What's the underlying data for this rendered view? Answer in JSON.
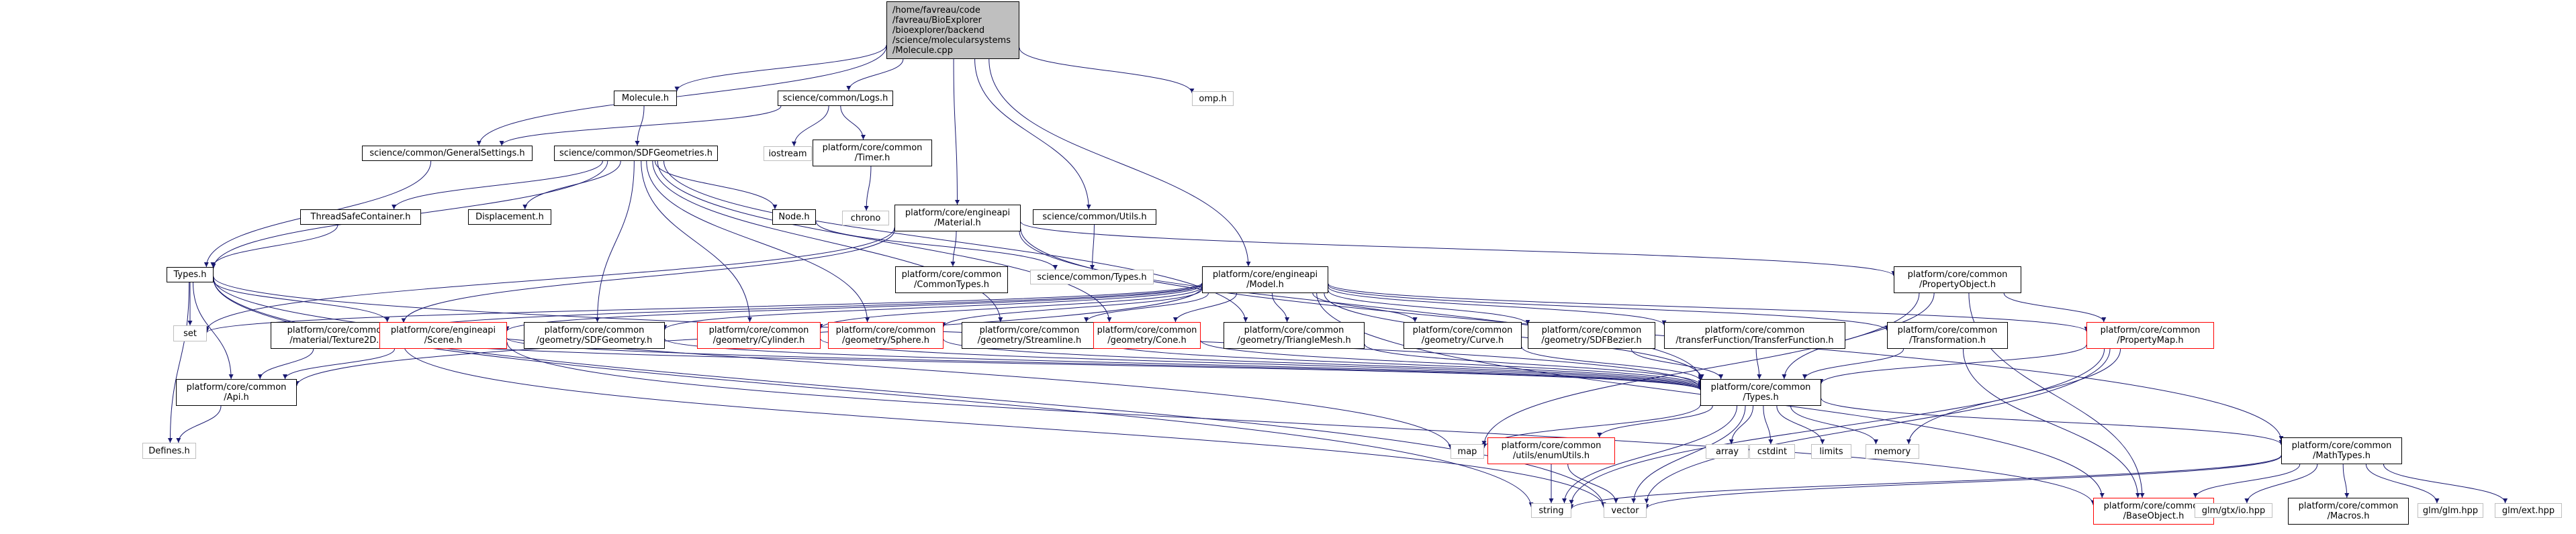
{
  "colors": {
    "edge": "#191970",
    "box_border": "#000000",
    "plain_border": "#bfbfbf",
    "red_border": "#ff0000",
    "root_fill": "#bfbfbf"
  },
  "nodes": [
    {
      "id": "root",
      "label": "/home/favreau/code\n/favreau/BioExplorer\n/bioexplorer/backend\n/science/molecularsystems\n/Molecule.cpp",
      "style": "root"
    },
    {
      "id": "molecule_h",
      "label": "Molecule.h",
      "style": "box"
    },
    {
      "id": "logs_h",
      "label": "science/common/Logs.h",
      "style": "box"
    },
    {
      "id": "omp_h",
      "label": "omp.h",
      "style": "plain"
    },
    {
      "id": "generalsettings_h",
      "label": "science/common/GeneralSettings.h",
      "style": "box"
    },
    {
      "id": "iostream",
      "label": "iostream",
      "style": "plain"
    },
    {
      "id": "timer_h",
      "label": "platform/core/common\n/Timer.h",
      "style": "box"
    },
    {
      "id": "sdfgeometries_h",
      "label": "science/common/SDFGeometries.h",
      "style": "box"
    },
    {
      "id": "chrono",
      "label": "chrono",
      "style": "plain"
    },
    {
      "id": "threadsafecontainer_h",
      "label": "ThreadSafeContainer.h",
      "style": "box"
    },
    {
      "id": "displacement_h",
      "label": "Displacement.h",
      "style": "box"
    },
    {
      "id": "node_h",
      "label": "Node.h",
      "style": "box"
    },
    {
      "id": "material_h",
      "label": "platform/core/engineapi\n/Material.h",
      "style": "box"
    },
    {
      "id": "utils_h",
      "label": "science/common/Utils.h",
      "style": "box"
    },
    {
      "id": "types_h",
      "label": "Types.h",
      "style": "box"
    },
    {
      "id": "commontypes_h",
      "label": "platform/core/common\n/CommonTypes.h",
      "style": "box"
    },
    {
      "id": "science_types_h",
      "label": "science/common/Types.h",
      "style": "plain"
    },
    {
      "id": "model_h",
      "label": "platform/core/engineapi\n/Model.h",
      "style": "box"
    },
    {
      "id": "propertyobject_h",
      "label": "platform/core/common\n/PropertyObject.h",
      "style": "box"
    },
    {
      "id": "set",
      "label": "set",
      "style": "plain"
    },
    {
      "id": "texture2d_h",
      "label": "platform/core/common\n/material/Texture2D.h",
      "style": "box"
    },
    {
      "id": "scene_h",
      "label": "platform/core/engineapi\n/Scene.h",
      "style": "red"
    },
    {
      "id": "sdfgeometry_h",
      "label": "platform/core/common\n/geometry/SDFGeometry.h",
      "style": "box"
    },
    {
      "id": "cylinder_h",
      "label": "platform/core/common\n/geometry/Cylinder.h",
      "style": "red"
    },
    {
      "id": "sphere_h",
      "label": "platform/core/common\n/geometry/Sphere.h",
      "style": "red"
    },
    {
      "id": "streamline_h",
      "label": "platform/core/common\n/geometry/Streamline.h",
      "style": "box"
    },
    {
      "id": "cone_h",
      "label": "platform/core/common\n/geometry/Cone.h",
      "style": "red"
    },
    {
      "id": "trianglemesh_h",
      "label": "platform/core/common\n/geometry/TriangleMesh.h",
      "style": "box"
    },
    {
      "id": "curve_h",
      "label": "platform/core/common\n/geometry/Curve.h",
      "style": "box"
    },
    {
      "id": "sdfbezier_h",
      "label": "platform/core/common\n/geometry/SDFBezier.h",
      "style": "box"
    },
    {
      "id": "transferfunction_h",
      "label": "platform/core/common\n/transferFunction/TransferFunction.h",
      "style": "box"
    },
    {
      "id": "transformation_h",
      "label": "platform/core/common\n/Transformation.h",
      "style": "box"
    },
    {
      "id": "propertymap_h",
      "label": "platform/core/common\n/PropertyMap.h",
      "style": "red"
    },
    {
      "id": "api_h",
      "label": "platform/core/common\n/Api.h",
      "style": "box"
    },
    {
      "id": "core_types_h",
      "label": "platform/core/common\n/Types.h",
      "style": "box"
    },
    {
      "id": "defines_h",
      "label": "Defines.h",
      "style": "plain"
    },
    {
      "id": "map",
      "label": "map",
      "style": "plain"
    },
    {
      "id": "enumutils_h",
      "label": "platform/core/common\n/utils/enumUtils.h",
      "style": "red"
    },
    {
      "id": "array",
      "label": "array",
      "style": "plain"
    },
    {
      "id": "cstdint",
      "label": "cstdint",
      "style": "plain"
    },
    {
      "id": "limits",
      "label": "limits",
      "style": "plain"
    },
    {
      "id": "memory",
      "label": "memory",
      "style": "plain"
    },
    {
      "id": "mathtypes_h",
      "label": "platform/core/common\n/MathTypes.h",
      "style": "box"
    },
    {
      "id": "string",
      "label": "string",
      "style": "plain"
    },
    {
      "id": "vector",
      "label": "vector",
      "style": "plain"
    },
    {
      "id": "baseobject_h",
      "label": "platform/core/common\n/BaseObject.h",
      "style": "red"
    },
    {
      "id": "glm_gtx_io_hpp",
      "label": "glm/gtx/io.hpp",
      "style": "plain"
    },
    {
      "id": "macros_h",
      "label": "platform/core/common\n/Macros.h",
      "style": "box"
    },
    {
      "id": "glm_glm_hpp",
      "label": "glm/glm.hpp",
      "style": "plain"
    },
    {
      "id": "glm_ext_hpp",
      "label": "glm/ext.hpp",
      "style": "plain"
    }
  ],
  "edges": [
    [
      "root",
      "molecule_h"
    ],
    [
      "root",
      "logs_h"
    ],
    [
      "root",
      "omp_h"
    ],
    [
      "root",
      "generalsettings_h"
    ],
    [
      "root",
      "material_h"
    ],
    [
      "root",
      "utils_h"
    ],
    [
      "root",
      "model_h"
    ],
    [
      "molecule_h",
      "sdfgeometries_h"
    ],
    [
      "logs_h",
      "generalsettings_h"
    ],
    [
      "logs_h",
      "iostream"
    ],
    [
      "logs_h",
      "timer_h"
    ],
    [
      "timer_h",
      "chrono"
    ],
    [
      "generalsettings_h",
      "types_h"
    ],
    [
      "sdfgeometries_h",
      "types_h"
    ],
    [
      "sdfgeometries_h",
      "threadsafecontainer_h"
    ],
    [
      "sdfgeometries_h",
      "displacement_h"
    ],
    [
      "sdfgeometries_h",
      "node_h"
    ],
    [
      "sdfgeometries_h",
      "sdfgeometry_h"
    ],
    [
      "sdfgeometries_h",
      "cylinder_h"
    ],
    [
      "sdfgeometries_h",
      "sphere_h"
    ],
    [
      "sdfgeometries_h",
      "streamline_h"
    ],
    [
      "sdfgeometries_h",
      "cone_h"
    ],
    [
      "sdfgeometries_h",
      "trianglemesh_h"
    ],
    [
      "threadsafecontainer_h",
      "types_h"
    ],
    [
      "node_h",
      "science_types_h"
    ],
    [
      "utils_h",
      "science_types_h"
    ],
    [
      "material_h",
      "commontypes_h"
    ],
    [
      "material_h",
      "propertyobject_h"
    ],
    [
      "material_h",
      "texture2d_h"
    ],
    [
      "material_h",
      "set"
    ],
    [
      "material_h",
      "mathtypes_h"
    ],
    [
      "material_h",
      "core_types_h"
    ],
    [
      "types_h",
      "set"
    ],
    [
      "types_h",
      "scene_h"
    ],
    [
      "types_h",
      "api_h"
    ],
    [
      "types_h",
      "defines_h"
    ],
    [
      "types_h",
      "map"
    ],
    [
      "types_h",
      "string"
    ],
    [
      "types_h",
      "vector"
    ],
    [
      "types_h",
      "core_types_h"
    ],
    [
      "model_h",
      "set"
    ],
    [
      "model_h",
      "texture2d_h"
    ],
    [
      "model_h",
      "scene_h"
    ],
    [
      "model_h",
      "sdfgeometry_h"
    ],
    [
      "model_h",
      "cylinder_h"
    ],
    [
      "model_h",
      "sphere_h"
    ],
    [
      "model_h",
      "streamline_h"
    ],
    [
      "model_h",
      "cone_h"
    ],
    [
      "model_h",
      "trianglemesh_h"
    ],
    [
      "model_h",
      "curve_h"
    ],
    [
      "model_h",
      "sdfbezier_h"
    ],
    [
      "model_h",
      "transferfunction_h"
    ],
    [
      "model_h",
      "transformation_h"
    ],
    [
      "model_h",
      "propertymap_h"
    ],
    [
      "model_h",
      "core_types_h"
    ],
    [
      "model_h",
      "api_h"
    ],
    [
      "model_h",
      "baseobject_h"
    ],
    [
      "propertyobject_h",
      "propertymap_h"
    ],
    [
      "propertyobject_h",
      "core_types_h"
    ],
    [
      "propertyobject_h",
      "map"
    ],
    [
      "propertyobject_h",
      "baseobject_h"
    ],
    [
      "texture2d_h",
      "api_h"
    ],
    [
      "texture2d_h",
      "core_types_h"
    ],
    [
      "texture2d_h",
      "vector"
    ],
    [
      "scene_h",
      "api_h"
    ],
    [
      "scene_h",
      "core_types_h"
    ],
    [
      "scene_h",
      "baseobject_h"
    ],
    [
      "sdfgeometry_h",
      "core_types_h"
    ],
    [
      "cylinder_h",
      "core_types_h"
    ],
    [
      "sphere_h",
      "core_types_h"
    ],
    [
      "streamline_h",
      "core_types_h"
    ],
    [
      "cone_h",
      "core_types_h"
    ],
    [
      "trianglemesh_h",
      "core_types_h"
    ],
    [
      "curve_h",
      "core_types_h"
    ],
    [
      "sdfbezier_h",
      "core_types_h"
    ],
    [
      "transferfunction_h",
      "core_types_h"
    ],
    [
      "transformation_h",
      "core_types_h"
    ],
    [
      "transformation_h",
      "baseobject_h"
    ],
    [
      "propertymap_h",
      "core_types_h"
    ],
    [
      "propertymap_h",
      "memory"
    ],
    [
      "propertymap_h",
      "string"
    ],
    [
      "propertymap_h",
      "vector"
    ],
    [
      "api_h",
      "defines_h"
    ],
    [
      "core_types_h",
      "map"
    ],
    [
      "core_types_h",
      "enumutils_h"
    ],
    [
      "core_types_h",
      "array"
    ],
    [
      "core_types_h",
      "cstdint"
    ],
    [
      "core_types_h",
      "limits"
    ],
    [
      "core_types_h",
      "memory"
    ],
    [
      "core_types_h",
      "mathtypes_h"
    ],
    [
      "core_types_h",
      "vector"
    ],
    [
      "core_types_h",
      "string"
    ],
    [
      "enumutils_h",
      "string"
    ],
    [
      "enumutils_h",
      "vector"
    ],
    [
      "mathtypes_h",
      "vector"
    ],
    [
      "mathtypes_h",
      "string"
    ],
    [
      "mathtypes_h",
      "baseobject_h"
    ],
    [
      "mathtypes_h",
      "glm_gtx_io_hpp"
    ],
    [
      "mathtypes_h",
      "macros_h"
    ],
    [
      "mathtypes_h",
      "glm_glm_hpp"
    ],
    [
      "mathtypes_h",
      "glm_ext_hpp"
    ]
  ]
}
